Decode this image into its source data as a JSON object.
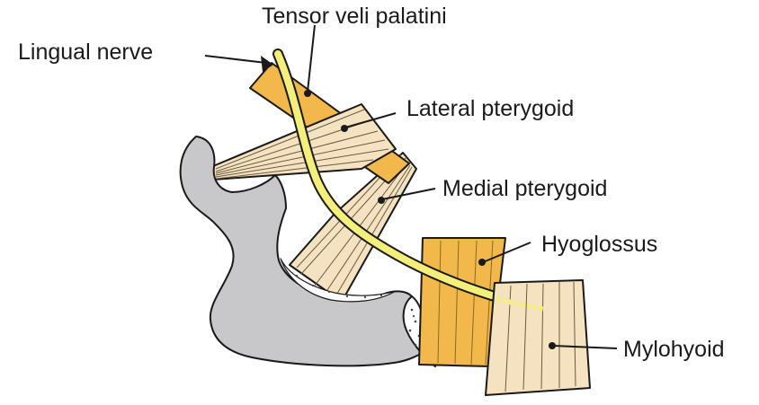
{
  "labels": {
    "tensor_veli_palatini": "Tensor veli palatini",
    "lingual_nerve": "Lingual nerve",
    "lateral_pterygoid": "Lateral pterygoid",
    "medial_pterygoid": "Medial pterygoid",
    "hyoglossus": "Hyoglossus",
    "mylohyoid": "Mylohyoid"
  },
  "colors": {
    "mandible": "#c8c8cb",
    "muscle_light": "#f4e2c0",
    "muscle_gold": "#f2b84b",
    "nerve": "#f4ef7a",
    "outline": "#1a1a1a"
  }
}
